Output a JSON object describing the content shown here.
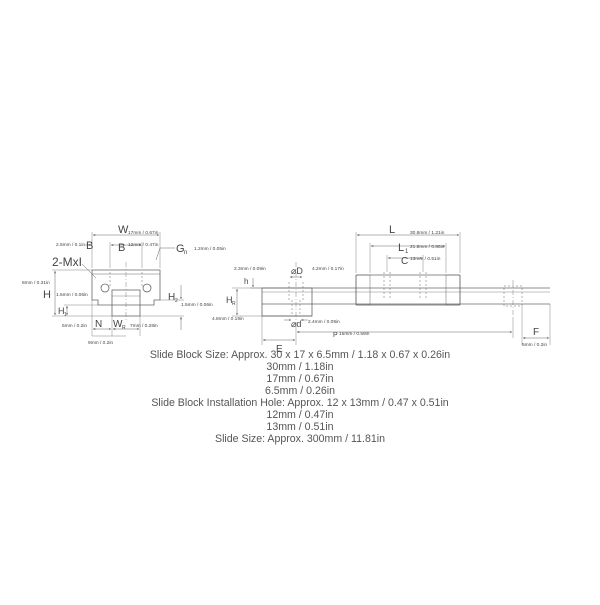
{
  "drawing": {
    "stroke_color": "#666666",
    "label_color": "#444444",
    "text_color": "#555555",
    "section": {
      "thread_label": "2-MxI",
      "sym_W": "W",
      "sym_B": "B",
      "sym_B1": "B",
      "sym_G": "G",
      "sym_G_sub": "n",
      "sym_H": "H",
      "sym_H1": "H",
      "sym_H1_sub": "1",
      "sym_H2": "H",
      "sym_H2_sub": "2",
      "sym_N": "N",
      "sym_WR": "W",
      "sym_WR_sub": "R",
      "dim_W": "17mm / 0.67in",
      "dim_B": "12mm / 0.47in",
      "dim_B1": "2.5mm / 0.1in",
      "dim_G": "1.2mm / 0.05in",
      "dim_H": "8mm / 0.31in",
      "dim_H1": "1.5mm / 0.06in",
      "dim_H2": "1.5mm / 0.06in",
      "dim_N": "5mm / 0.2in",
      "dim_WR": "7mm / 0.28in",
      "dim_bottom": "9mm / 0.2in"
    },
    "side": {
      "sym_D": "⌀D",
      "sym_h": "h",
      "sym_HR": "H",
      "sym_HR_sub": "R",
      "sym_d": "⌀d",
      "sym_E": "E",
      "sym_P": "P",
      "sym_L": "L",
      "sym_L1": "L",
      "sym_L1_sub": "1",
      "sym_C": "C",
      "sym_F": "F",
      "dim_h": "2.3mm / 0.09in",
      "dim_D": "4.2mm / 0.17in",
      "dim_HR": "4.8mm / 0.19in",
      "dim_d": "2.4mm / 0.09in",
      "dim_P": "15mm / 0.59in",
      "dim_L": "30.8mm / 1.21in",
      "dim_L1": "21.8mm / 0.86in",
      "dim_C": "13mm / 0.51in",
      "dim_F": "5mm / 0.2in"
    }
  },
  "caption": {
    "lines": [
      "Slide Block Size: Approx. 30 x 17 x 6.5mm / 1.18 x 0.67 x 0.26in",
      "30mm / 1.18in",
      "17mm / 0.67in",
      "6.5mm / 0.26in",
      "Slide Block Installation Hole: Approx. 12 x 13mm / 0.47 x 0.51in",
      "12mm / 0.47in",
      "13mm / 0.51in",
      "Slide Size: Approx. 300mm / 11.81in"
    ]
  }
}
